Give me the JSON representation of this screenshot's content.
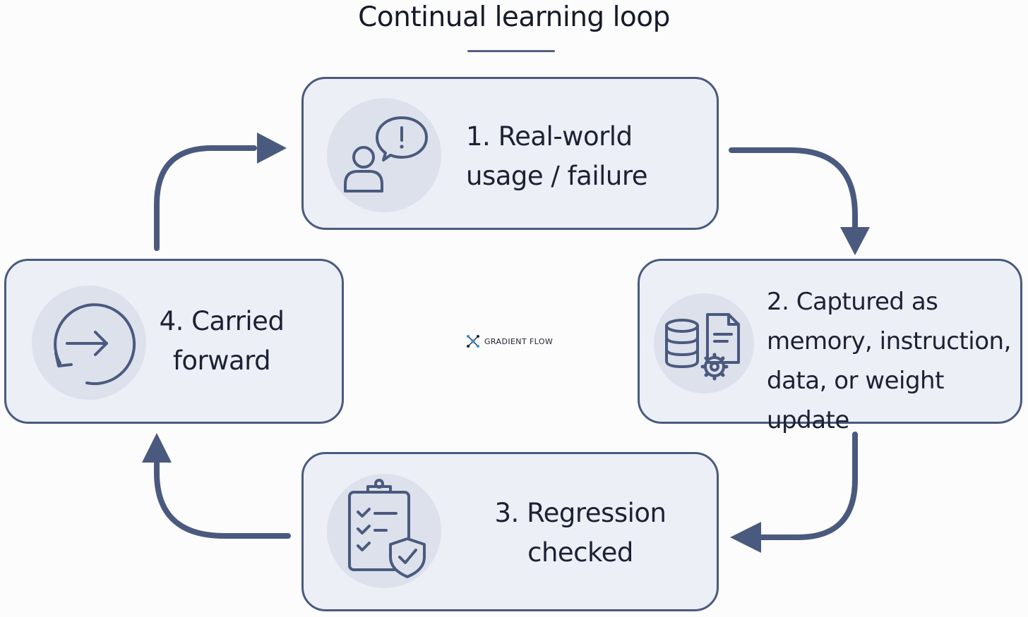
{
  "diagram": {
    "title": "Continual learning loop",
    "watermark": "GRADIENT FLOW",
    "colors": {
      "stroke": "#4a5a7e",
      "card_fill": "#eceff6",
      "icon_bg": "#dde1ec",
      "text": "#1c2133",
      "watermark_accent": "#2f8fd8"
    },
    "steps": [
      {
        "label": "1. Real-world\nusage / failure",
        "icon": "user-speech-alert-icon"
      },
      {
        "label": "2. Captured as\nmemory, instruction,\ndata, or weight update",
        "icon": "database-document-gear-icon"
      },
      {
        "label": "3. Regression\nchecked",
        "icon": "clipboard-checklist-shield-icon"
      },
      {
        "label": "4. Carried\nforward",
        "icon": "circular-arrow-right-icon"
      }
    ]
  }
}
